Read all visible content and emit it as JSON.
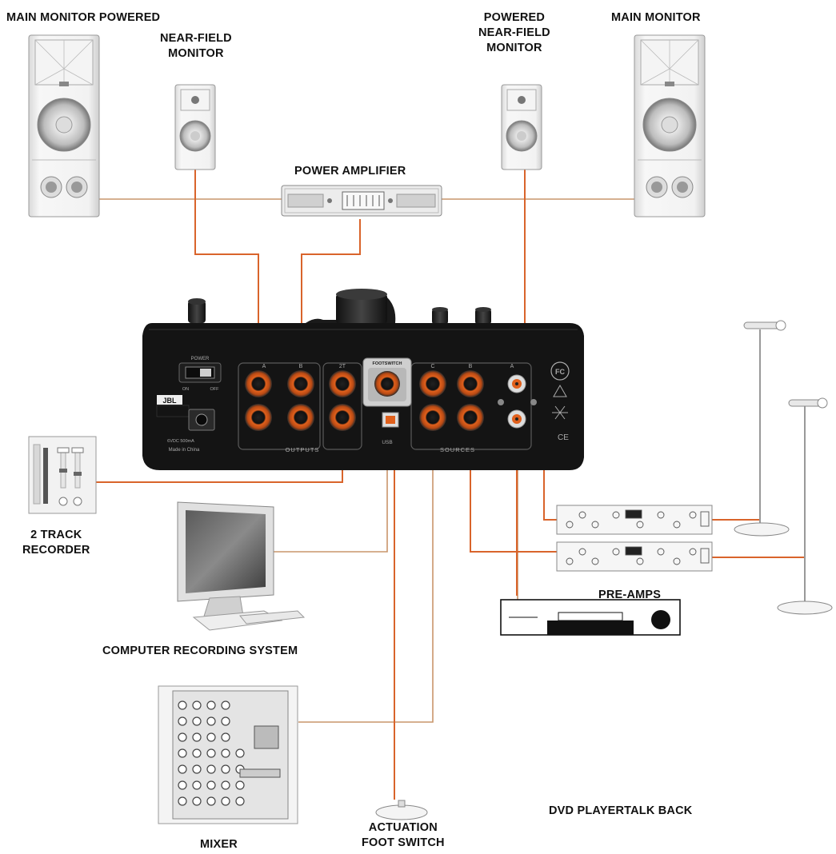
{
  "diagram": {
    "labels": {
      "main_monitor_left": "MAIN MONITOR POWERED",
      "near_field_left": "NEAR-FIELD\nMONITOR",
      "powered_near_field_right": "POWERED\nNEAR-FIELD\nMONITOR",
      "main_monitor_right": "MAIN MONITOR",
      "power_amplifier": "POWER AMPLIFIER",
      "two_track_recorder": "2 TRACK\nRECORDER",
      "computer_recording_system": "COMPUTER RECORDING SYSTEM",
      "mixer": "MIXER",
      "actuation_foot_switch": "ACTUATION\nFOOT SWITCH",
      "dvd_player_talk_back": "DVD PLAYERTALK BACK",
      "pre_amps": "PRE-AMPS"
    },
    "panel": {
      "power": "POWER",
      "on": "ON",
      "off": "OFF",
      "brand": "JBL",
      "made_in": "Made in China",
      "outputs": "OUTPUTS",
      "two_t": "2T",
      "footswitch": "FOOTSWITCH",
      "usb": "USB",
      "sources": "SOURCES",
      "col_a": "A",
      "col_b": "B",
      "col_c": "C",
      "rating": "6VDC 500mA",
      "fcc": "FC",
      "ce": "CE"
    },
    "colors": {
      "cable_orange": "#d9642b",
      "cable_tan": "#c9956b",
      "device_black": "#141414",
      "jack_orange": "#e0601c"
    }
  }
}
